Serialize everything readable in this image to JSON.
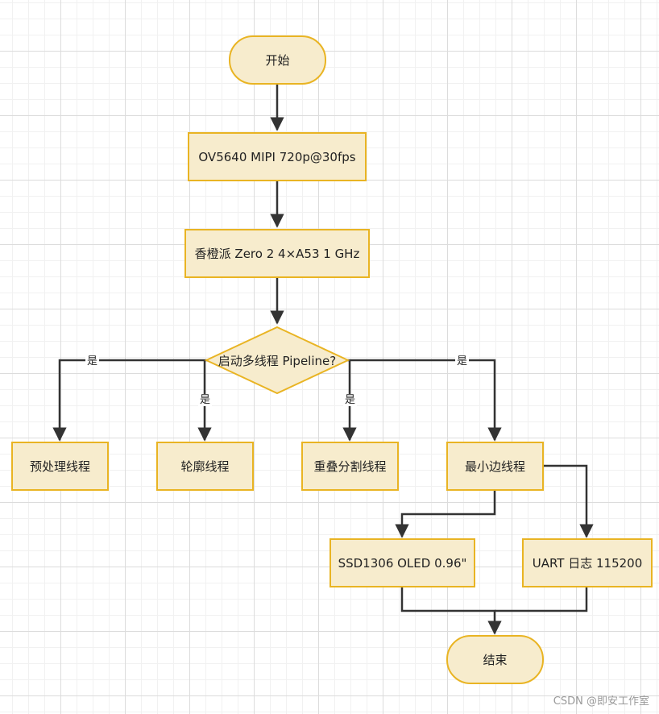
{
  "nodes": {
    "start": "开始",
    "camera": "OV5640 MIPI 720p@30fps",
    "board": "香橙派 Zero 2 4×A53 1 GHz",
    "decision": "启动多线程 Pipeline?",
    "preprocess": "预处理线程",
    "contour": "轮廓线程",
    "overlap": "重叠分割线程",
    "min_edge": "最小边线程",
    "oled": "SSD1306 OLED 0.96\"",
    "uart": "UART 日志 115200",
    "end": "结束"
  },
  "edge_labels": {
    "yes_1": "是",
    "yes_2": "是",
    "yes_3": "是",
    "yes_4": "是"
  },
  "colors": {
    "node_fill": "#f7eccd",
    "node_border": "#e9b423",
    "edge": "#333333"
  },
  "watermark": "CSDN @即安工作室"
}
